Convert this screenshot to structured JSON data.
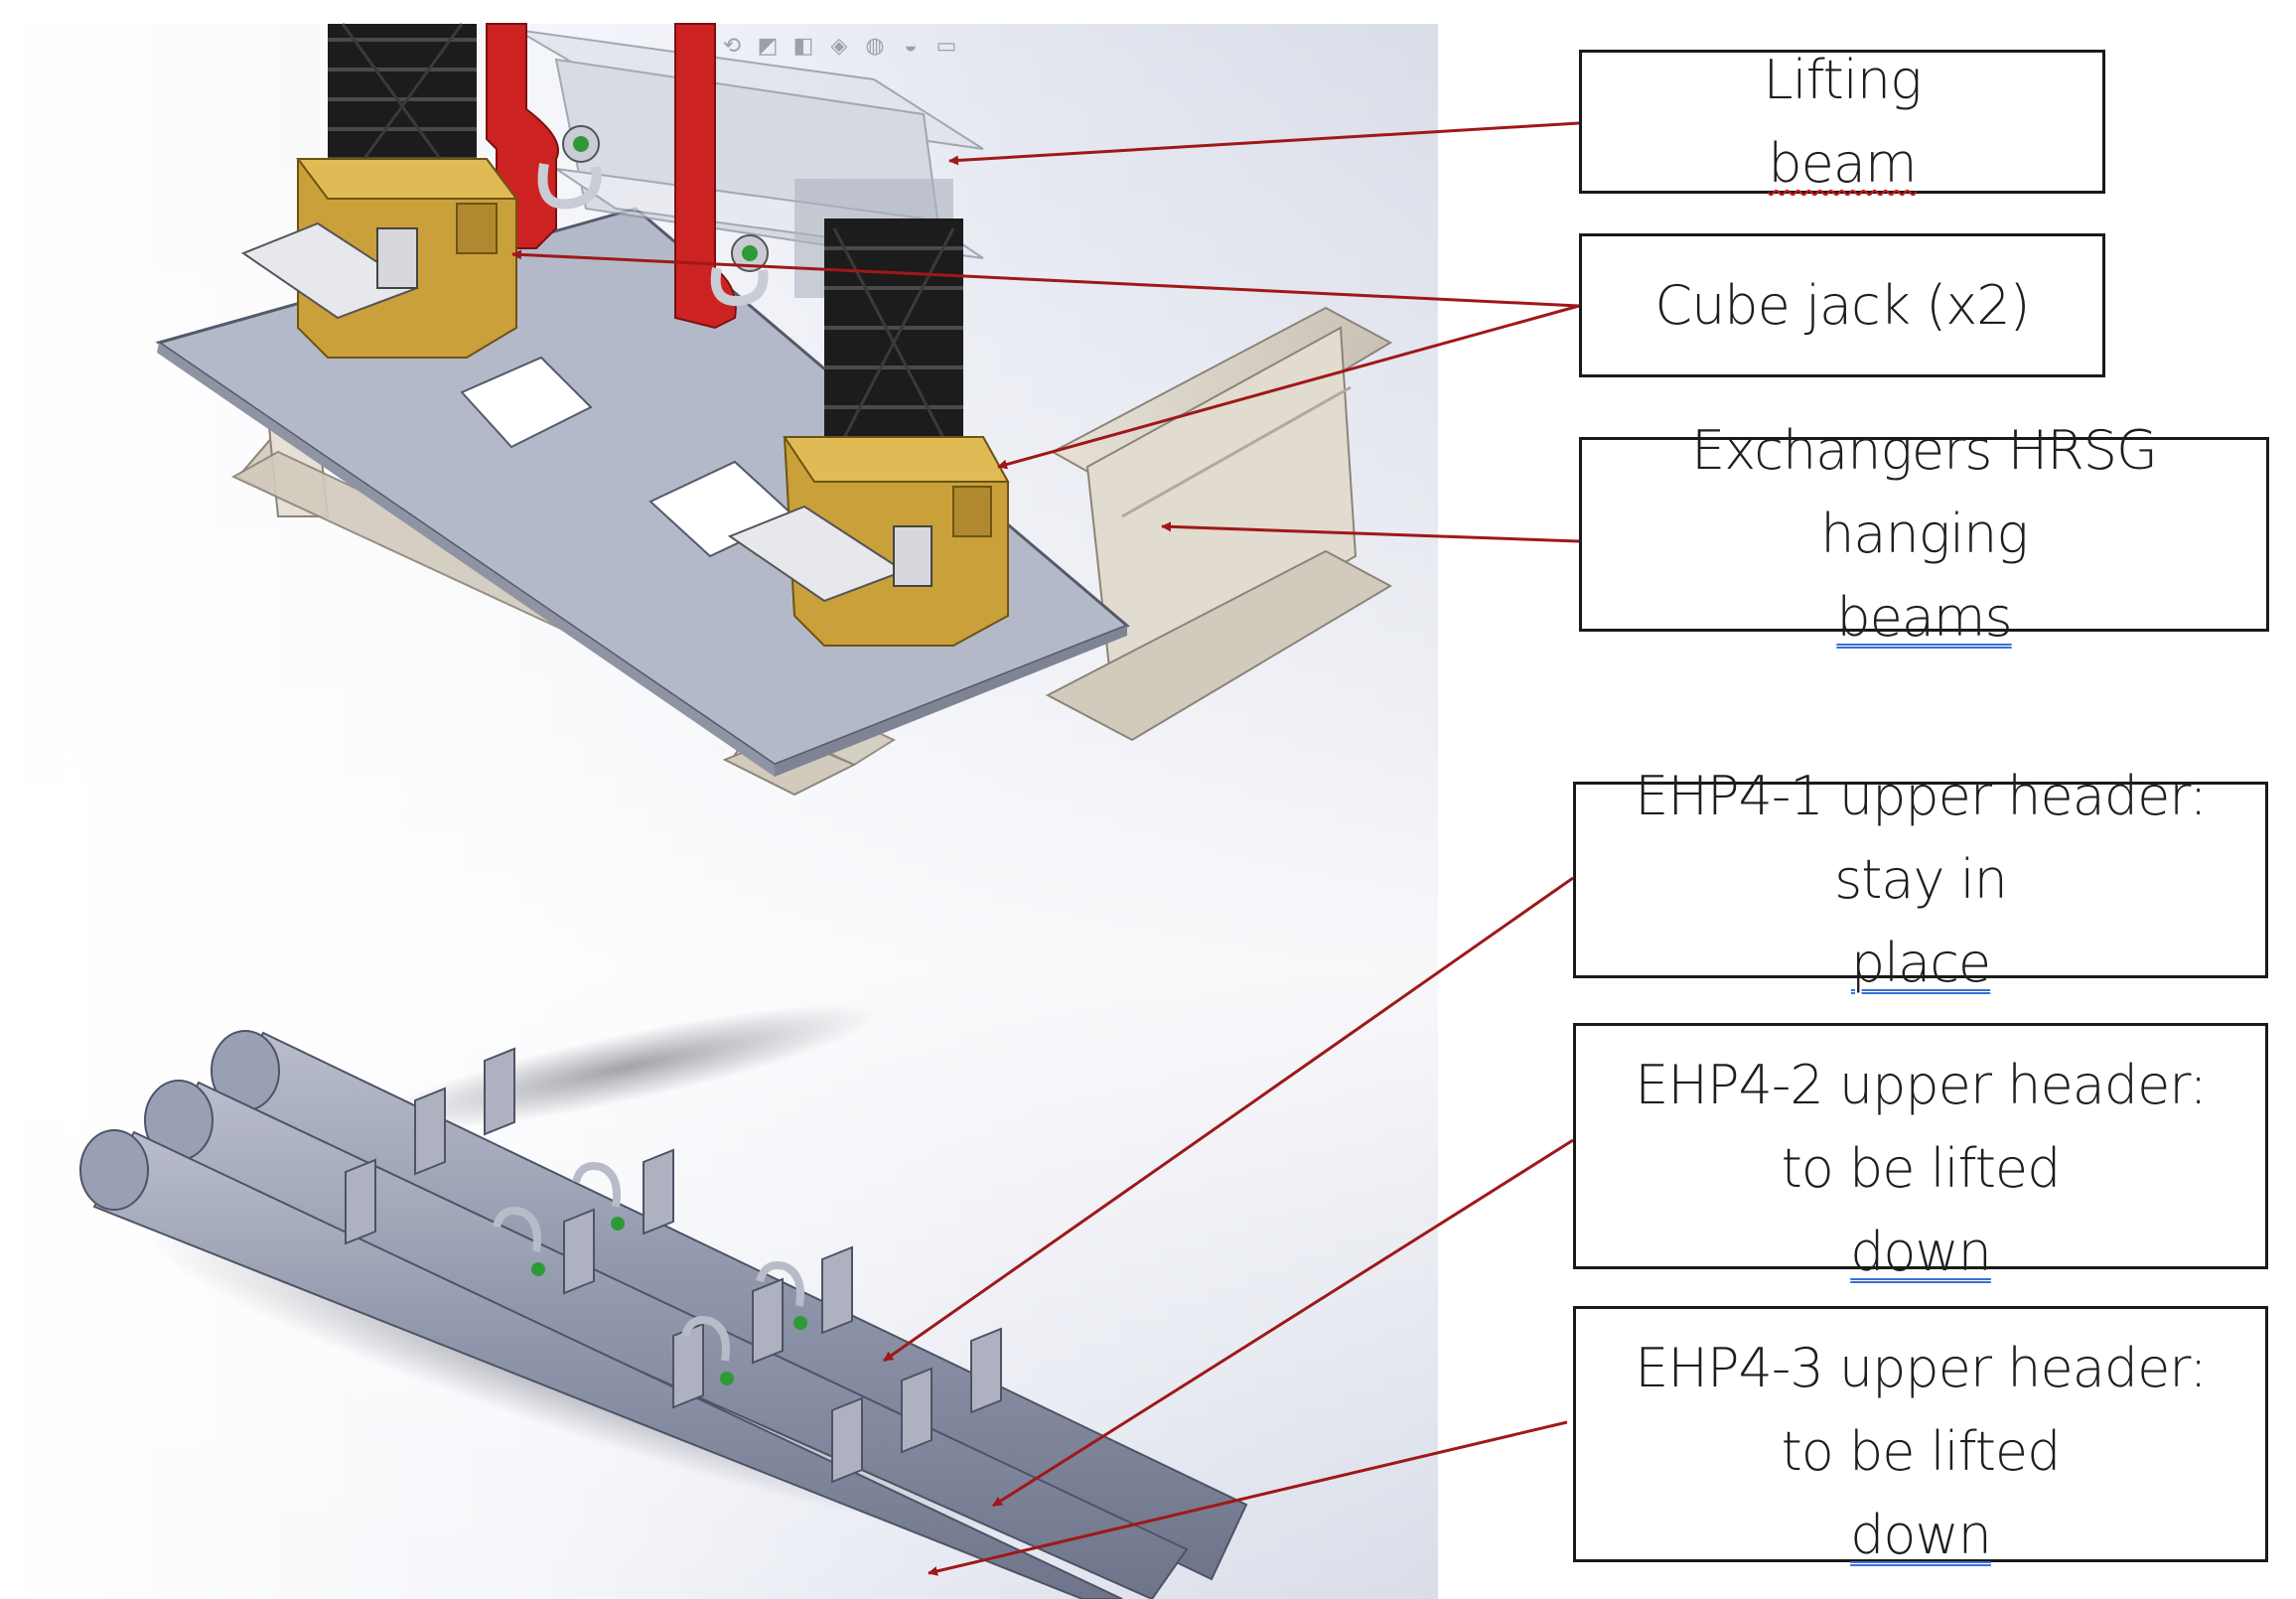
{
  "toolbar": {
    "icons": [
      "zoom-icon",
      "rotate-icon",
      "section-view-icon",
      "display-style-icon",
      "hide-show-icon",
      "appearance-icon",
      "scene-icon",
      "monitor-icon"
    ]
  },
  "callouts": {
    "lifting_beam": {
      "text": "Lifting beam",
      "underlined": "beam"
    },
    "cube_jack": {
      "text": "Cube jack (x2)"
    },
    "hanging_beams": {
      "line1": "Exchangers HRSG",
      "line2_plain": "hanging ",
      "line2_underlined": "beams"
    },
    "ehp4_1": {
      "line1": "EHP4-1 upper header:",
      "line2_plain": "stay in ",
      "line2_underlined": "place"
    },
    "ehp4_2": {
      "line1": "EHP4-2 upper header:",
      "line2_plain": "to be lifted ",
      "line2_underlined": "down"
    },
    "ehp4_3": {
      "line1": "EHP4-3 upper header:",
      "line2_plain": "to be lifted ",
      "line2_underlined": "down"
    }
  },
  "colors": {
    "leader_arrow": "#a01818",
    "frame_red": "#cc2222",
    "jack_black": "#1c1c1c",
    "jack_gold": "#c9a03a",
    "plate": "#b3b9c8",
    "i_beam": "#d8d1c6",
    "header_pipe": "#8f95aa",
    "glass_beam": "#cfd3dc"
  }
}
